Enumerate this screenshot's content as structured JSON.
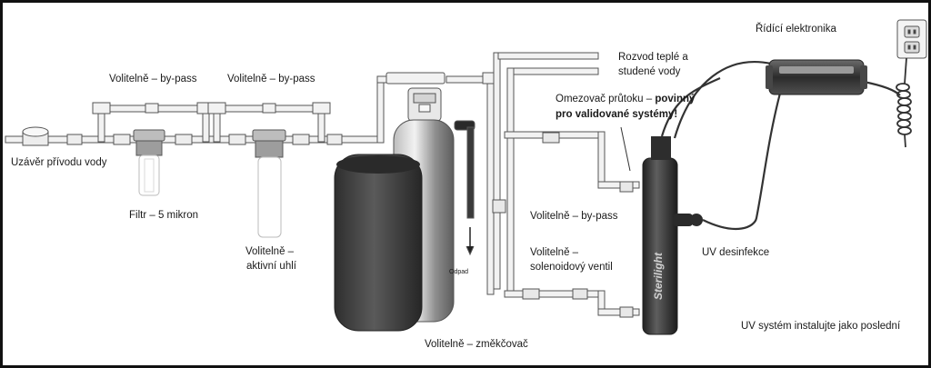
{
  "labels": {
    "shutoff": "Uzávěr přívodu vody",
    "bypass1": "Volitelně – by-pass",
    "bypass2": "Volitelně – by-pass",
    "filter": "Filtr – 5 mikron",
    "carbon_line1": "Volitelně –",
    "carbon_line2": "aktivní uhlí",
    "softener": "Volitelně – změkčovač",
    "drain": "Odpad",
    "distribution_line1": "Rozvod teplé a",
    "distribution_line2": "studené vody",
    "flow_line1_normal": "Omezovač průtoku –",
    "flow_line1_bold": "povinný",
    "flow_line2_bold": "pro validované systémy!",
    "bypass_uv": "Volitelně – by-pass",
    "solenoid_line1": "Volitelně –",
    "solenoid_line2": "solenoidový ventil",
    "uv": "UV desinfekce",
    "controller": "Řídící elektronika",
    "install_note": "UV systém instalujte jako poslední",
    "brand": "Sterilight"
  },
  "colors": {
    "frame": "#111111",
    "pipe": "#f2f2f2",
    "pipe_outline": "#555555",
    "tank_dark": "#3e3e3e",
    "tank_light": "#8a8a8a",
    "uv_body": "#3a3a3a"
  }
}
